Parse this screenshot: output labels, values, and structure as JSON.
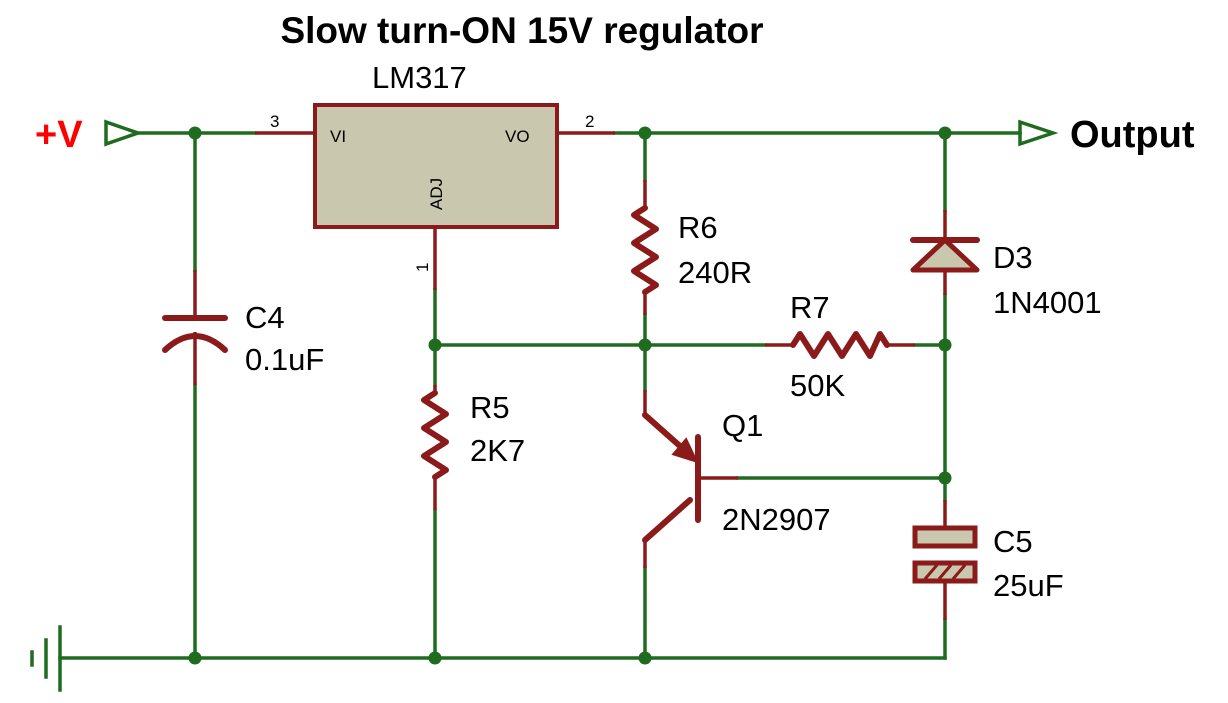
{
  "title": "Slow turn-ON 15V regulator",
  "input_terminal": {
    "label": "+V",
    "color": "#ff0000"
  },
  "output_terminal": {
    "label": "Output",
    "color": "#000000"
  },
  "colors": {
    "wire": "#1f6b1f",
    "component": "#8b1a1a",
    "ic_fill": "#c9c7ad"
  },
  "regulator": {
    "name": "LM317",
    "pins": {
      "vi": "VI",
      "vo": "VO",
      "adj": "ADJ",
      "vi_num": "3",
      "vo_num": "2",
      "adj_num": "1"
    }
  },
  "components": {
    "c4": {
      "ref": "C4",
      "value": "0.1uF"
    },
    "r5": {
      "ref": "R5",
      "value": "2K7"
    },
    "r6": {
      "ref": "R6",
      "value": "240R"
    },
    "r7": {
      "ref": "R7",
      "value": "50K"
    },
    "q1": {
      "ref": "Q1",
      "value": "2N2907"
    },
    "d3": {
      "ref": "D3",
      "value": "1N4001"
    },
    "c5": {
      "ref": "C5",
      "value": "25uF"
    }
  }
}
